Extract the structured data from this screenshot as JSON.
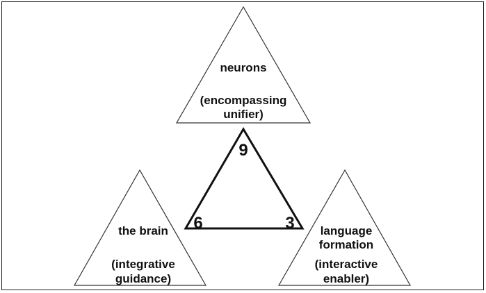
{
  "top": {
    "line1": "neurons",
    "line2": "(encompassing",
    "line3": "unifier)"
  },
  "left": {
    "line1": "the brain",
    "line2": "(integrative",
    "line3": "guidance)"
  },
  "right": {
    "line1": "language",
    "line2": "formation",
    "line3": "(interactive",
    "line4": "enabler)"
  },
  "center": {
    "top_number": "9",
    "left_number": "6",
    "right_number": "3"
  },
  "colors": {
    "line": "#111111",
    "background": "#ffffff"
  }
}
